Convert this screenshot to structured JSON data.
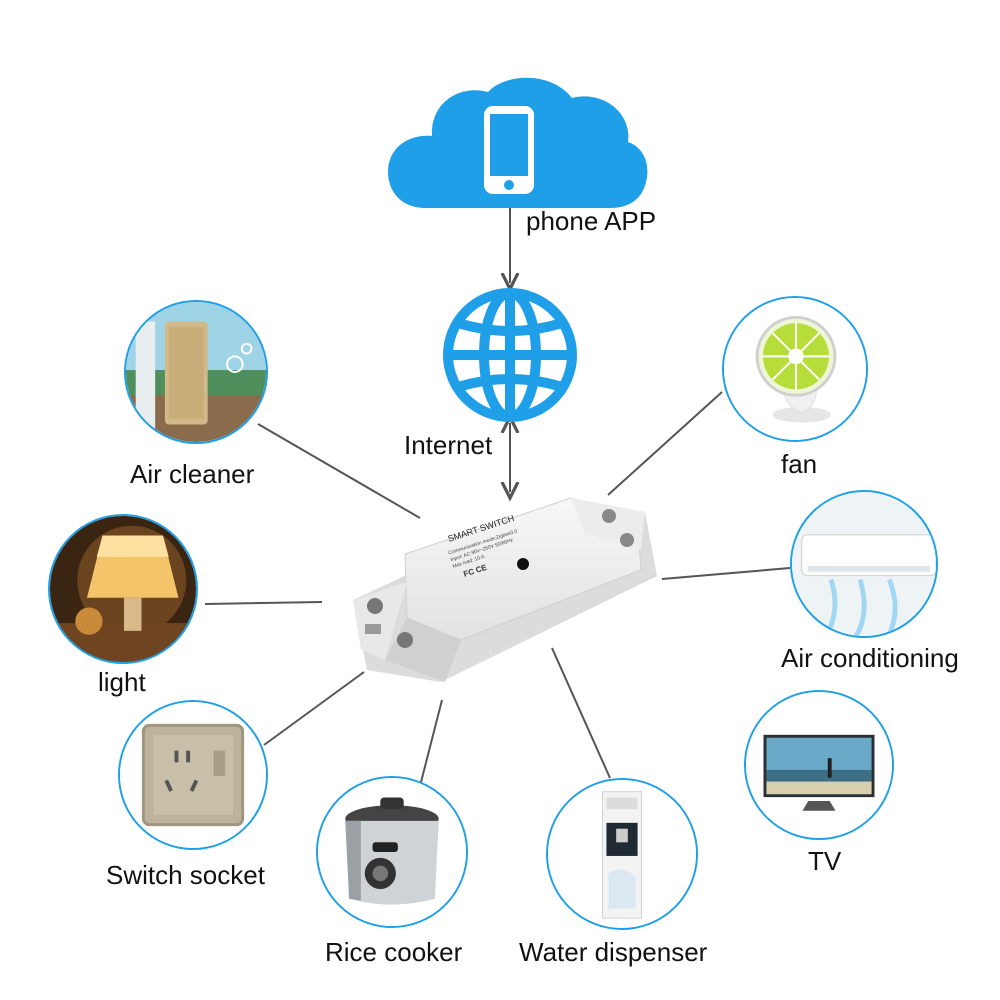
{
  "labels": {
    "phone_app": "phone APP",
    "internet": "Internet",
    "air_cleaner": "Air cleaner",
    "fan": "fan",
    "light": "light",
    "air_conditioning": "Air conditioning",
    "switch_socket": "Switch socket",
    "tv": "TV",
    "rice_cooker": "Rice cooker",
    "water_dispenser": "Water dispenser"
  },
  "device": {
    "title": "SMART SWITCH",
    "spec_line_1": "Communication mode:Zigbee3.0",
    "spec_line_2": "Input: AC 90V~250V 50/60Hz",
    "spec_line_3": "Max load: 10 A",
    "cert": "FC CE"
  },
  "colors": {
    "accent_blue": "#1e9fe8",
    "connector_gray": "#555555"
  }
}
